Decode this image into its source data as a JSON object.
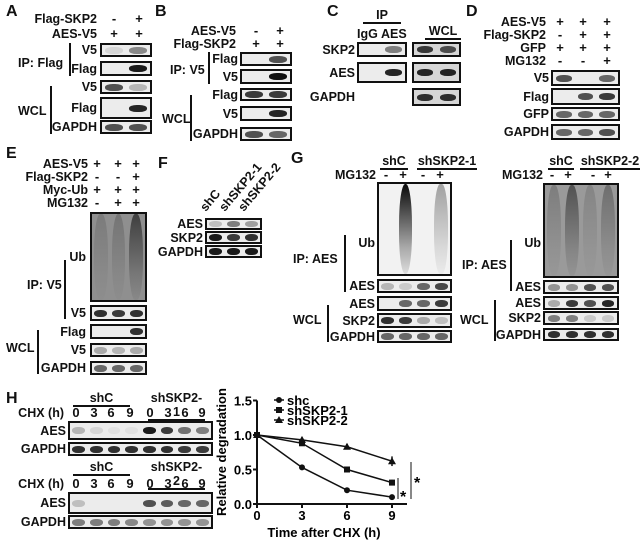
{
  "panels": {
    "A": {
      "letter": "A",
      "header": [
        {
          "label": "Flag-SKP2",
          "signs": [
            "-",
            "+"
          ]
        },
        {
          "label": "AES-V5",
          "signs": [
            "+",
            "+"
          ]
        }
      ],
      "blots": [
        {
          "label": "V5",
          "bands": [
            0.1,
            0.45
          ]
        },
        {
          "label": "Flag",
          "bands": [
            0,
            0.95
          ]
        },
        {
          "label": "V5",
          "bands": [
            0.7,
            0.25
          ]
        },
        {
          "label": "Flag",
          "bands": [
            0,
            0.9
          ]
        },
        {
          "label": "GAPDH",
          "bands": [
            0.7,
            0.7
          ]
        }
      ],
      "brackets": [
        {
          "label": "IP: Flag"
        },
        {
          "label": "WCL"
        }
      ]
    },
    "B": {
      "letter": "B",
      "header": [
        {
          "label": "AES-V5",
          "signs": [
            "-",
            "+"
          ]
        },
        {
          "label": "Flag-SKP2",
          "signs": [
            "+",
            "+"
          ]
        }
      ],
      "blots": [
        {
          "label": "Flag",
          "bands": [
            0,
            0.7
          ]
        },
        {
          "label": "V5",
          "bands": [
            0,
            1
          ]
        },
        {
          "label": "Flag",
          "bands": [
            0.8,
            0.8
          ]
        },
        {
          "label": "V5",
          "bands": [
            0,
            0.9
          ]
        },
        {
          "label": "GAPDH",
          "bands": [
            0.7,
            0.6
          ]
        }
      ],
      "brackets": [
        {
          "label": "IP: V5"
        },
        {
          "label": "WCL"
        }
      ]
    },
    "C": {
      "letter": "C",
      "groups": [
        "IP",
        "WCL"
      ],
      "ip_lanes": [
        "IgG",
        "AES"
      ],
      "blots": [
        {
          "label": "SKP2",
          "ip": [
            0,
            0.5
          ],
          "wcl": [
            0.8,
            0.7
          ]
        },
        {
          "label": "AES",
          "ip": [
            0,
            0.9
          ],
          "wcl": [
            0.9,
            0.9
          ]
        },
        {
          "label": "GAPDH",
          "wcl": [
            0.85,
            0.85
          ]
        }
      ]
    },
    "D": {
      "letter": "D",
      "header": [
        {
          "label": "AES-V5",
          "signs": [
            "+",
            "+",
            "+"
          ]
        },
        {
          "label": "Flag-SKP2",
          "signs": [
            "-",
            "+",
            "+"
          ]
        },
        {
          "label": "GFP",
          "signs": [
            "+",
            "+",
            "+"
          ]
        },
        {
          "label": "MG132",
          "signs": [
            "-",
            "-",
            "+"
          ]
        }
      ],
      "blots": [
        {
          "label": "V5",
          "bands": [
            0.7,
            0,
            0.6
          ]
        },
        {
          "label": "Flag",
          "bands": [
            0,
            0.7,
            0.8
          ]
        },
        {
          "label": "GFP",
          "bands": [
            0.6,
            0.6,
            0.6
          ]
        },
        {
          "label": "GAPDH",
          "bands": [
            0.6,
            0.6,
            0.7
          ]
        }
      ]
    },
    "E": {
      "letter": "E",
      "header": [
        {
          "label": "AES-V5",
          "signs": [
            "+",
            "+",
            "+"
          ]
        },
        {
          "label": "Flag-SKP2",
          "signs": [
            "-",
            "-",
            "+"
          ]
        },
        {
          "label": "Myc-Ub",
          "signs": [
            "+",
            "+",
            "+"
          ]
        },
        {
          "label": "MG132",
          "signs": [
            "-",
            "+",
            "+"
          ]
        }
      ],
      "blots": [
        {
          "label": "Ub",
          "bands": [
            0.15,
            0.2,
            0.6
          ],
          "smear": true
        },
        {
          "label": "V5",
          "bands": [
            0.85,
            0.8,
            0.85
          ]
        },
        {
          "label": "Flag",
          "bands": [
            0,
            0,
            0.85
          ]
        },
        {
          "label": "V5",
          "bands": [
            0.3,
            0.25,
            0.3
          ]
        },
        {
          "label": "GAPDH",
          "bands": [
            0.6,
            0.6,
            0.6
          ]
        }
      ],
      "brackets": [
        {
          "label": "IP: V5"
        },
        {
          "label": "WCL"
        }
      ]
    },
    "F": {
      "letter": "F",
      "lanes": [
        "shC",
        "shSKP2-1",
        "shSKP2-2"
      ],
      "blots": [
        {
          "label": "AES",
          "bands": [
            0.2,
            0.5,
            0.35
          ]
        },
        {
          "label": "SKP2",
          "bands": [
            0.95,
            0.8,
            0.85
          ]
        },
        {
          "label": "GAPDH",
          "bands": [
            0.95,
            0.95,
            0.95
          ]
        }
      ]
    },
    "G": {
      "letter": "G",
      "left": {
        "groups": [
          "shC",
          "shSKP2-1"
        ],
        "header": [
          {
            "label": "MG132",
            "signs": [
              "-",
              "+",
              "-",
              "+"
            ]
          }
        ],
        "blots": [
          {
            "label": "Ub",
            "bands": [
              0,
              1,
              0,
              0.35
            ],
            "smear": true
          },
          {
            "label": "AES",
            "bands": [
              0.25,
              0.15,
              0.6,
              0.75
            ]
          },
          {
            "label": "AES",
            "bands": [
              0,
              0.6,
              0.6,
              0.8
            ]
          },
          {
            "label": "SKP2",
            "bands": [
              0.85,
              0.8,
              0.3,
              0.2
            ]
          },
          {
            "label": "GAPDH",
            "bands": [
              0.6,
              0.6,
              0.6,
              0.6
            ]
          }
        ],
        "brackets": [
          {
            "label": "IP: AES"
          },
          {
            "label": "WCL"
          }
        ]
      },
      "right": {
        "groups": [
          "shC",
          "shSKP2-2"
        ],
        "header": [
          {
            "label": "MG132",
            "signs": [
              "-",
              "+",
              "-",
              "+"
            ]
          }
        ],
        "blots": [
          {
            "label": "Ub",
            "bands": [
              0.2,
              0.5,
              0.15,
              0.3
            ],
            "smear": true
          },
          {
            "label": "AES",
            "bands": [
              0.4,
              0.4,
              0.7,
              0.7
            ]
          },
          {
            "label": "AES",
            "bands": [
              0.3,
              0.8,
              0.7,
              0.9
            ]
          },
          {
            "label": "SKP2",
            "bands": [
              0.5,
              0.5,
              0.15,
              0.15
            ]
          },
          {
            "label": "GAPDH",
            "bands": [
              0.85,
              0.85,
              0.85,
              0.85
            ]
          }
        ],
        "brackets": [
          {
            "label": "IP: AES"
          },
          {
            "label": "WCL"
          }
        ]
      }
    },
    "H": {
      "letter": "H",
      "top": {
        "groups": [
          "shC",
          "shSKP2-1"
        ],
        "header": [
          {
            "label": "CHX (h)",
            "signs": [
              "0",
              "3",
              "6",
              "9",
              "0",
              "3",
              "6",
              "9"
            ]
          }
        ],
        "blots": [
          {
            "label": "AES",
            "bands": [
              0.25,
              0.1,
              0.05,
              0.05,
              0.95,
              0.8,
              0.55,
              0.5
            ]
          },
          {
            "label": "GAPDH",
            "bands": [
              0.85,
              0.85,
              0.85,
              0.85,
              0.85,
              0.85,
              0.8,
              0.8
            ]
          }
        ]
      },
      "bottom": {
        "groups": [
          "shC",
          "shSKP2-2"
        ],
        "header": [
          {
            "label": "CHX (h)",
            "signs": [
              "0",
              "3",
              "6",
              "9",
              "0",
              "3",
              "6",
              "9"
            ]
          }
        ],
        "blots": [
          {
            "label": "AES",
            "bands": [
              0.2,
              0,
              0,
              0,
              0.7,
              0.65,
              0.6,
              0.6
            ]
          },
          {
            "label": "GAPDH",
            "bands": [
              0.5,
              0.5,
              0.5,
              0.45,
              0.4,
              0.4,
              0.4,
              0.4
            ]
          }
        ]
      }
    }
  },
  "chart_data": {
    "type": "line",
    "x": [
      0,
      3,
      6,
      9
    ],
    "xticks": [
      "0",
      "3",
      "6",
      "9"
    ],
    "yticks": [
      "0.0",
      "0.5",
      "1.0",
      "1.5"
    ],
    "ylim": [
      0,
      1.5
    ],
    "xlim": [
      0,
      10
    ],
    "xlabel": "Time after CHX (h)",
    "ylabel": "Relative degradation",
    "legend": "top-left",
    "grid": false,
    "series": [
      {
        "name": "shc",
        "marker": "circle",
        "values": [
          1.0,
          0.53,
          0.2,
          0.1
        ],
        "errors": [
          0,
          0.03,
          0.02,
          0.02
        ]
      },
      {
        "name": "shSKP2-1",
        "marker": "square",
        "values": [
          1.0,
          0.88,
          0.5,
          0.31
        ],
        "errors": [
          0,
          0.03,
          0.03,
          0.04
        ]
      },
      {
        "name": "shSKP2-2",
        "marker": "triangle",
        "values": [
          1.0,
          0.93,
          0.83,
          0.62
        ],
        "errors": [
          0,
          0.02,
          0.04,
          0.07
        ]
      }
    ],
    "annotations": [
      "*",
      "*"
    ]
  }
}
